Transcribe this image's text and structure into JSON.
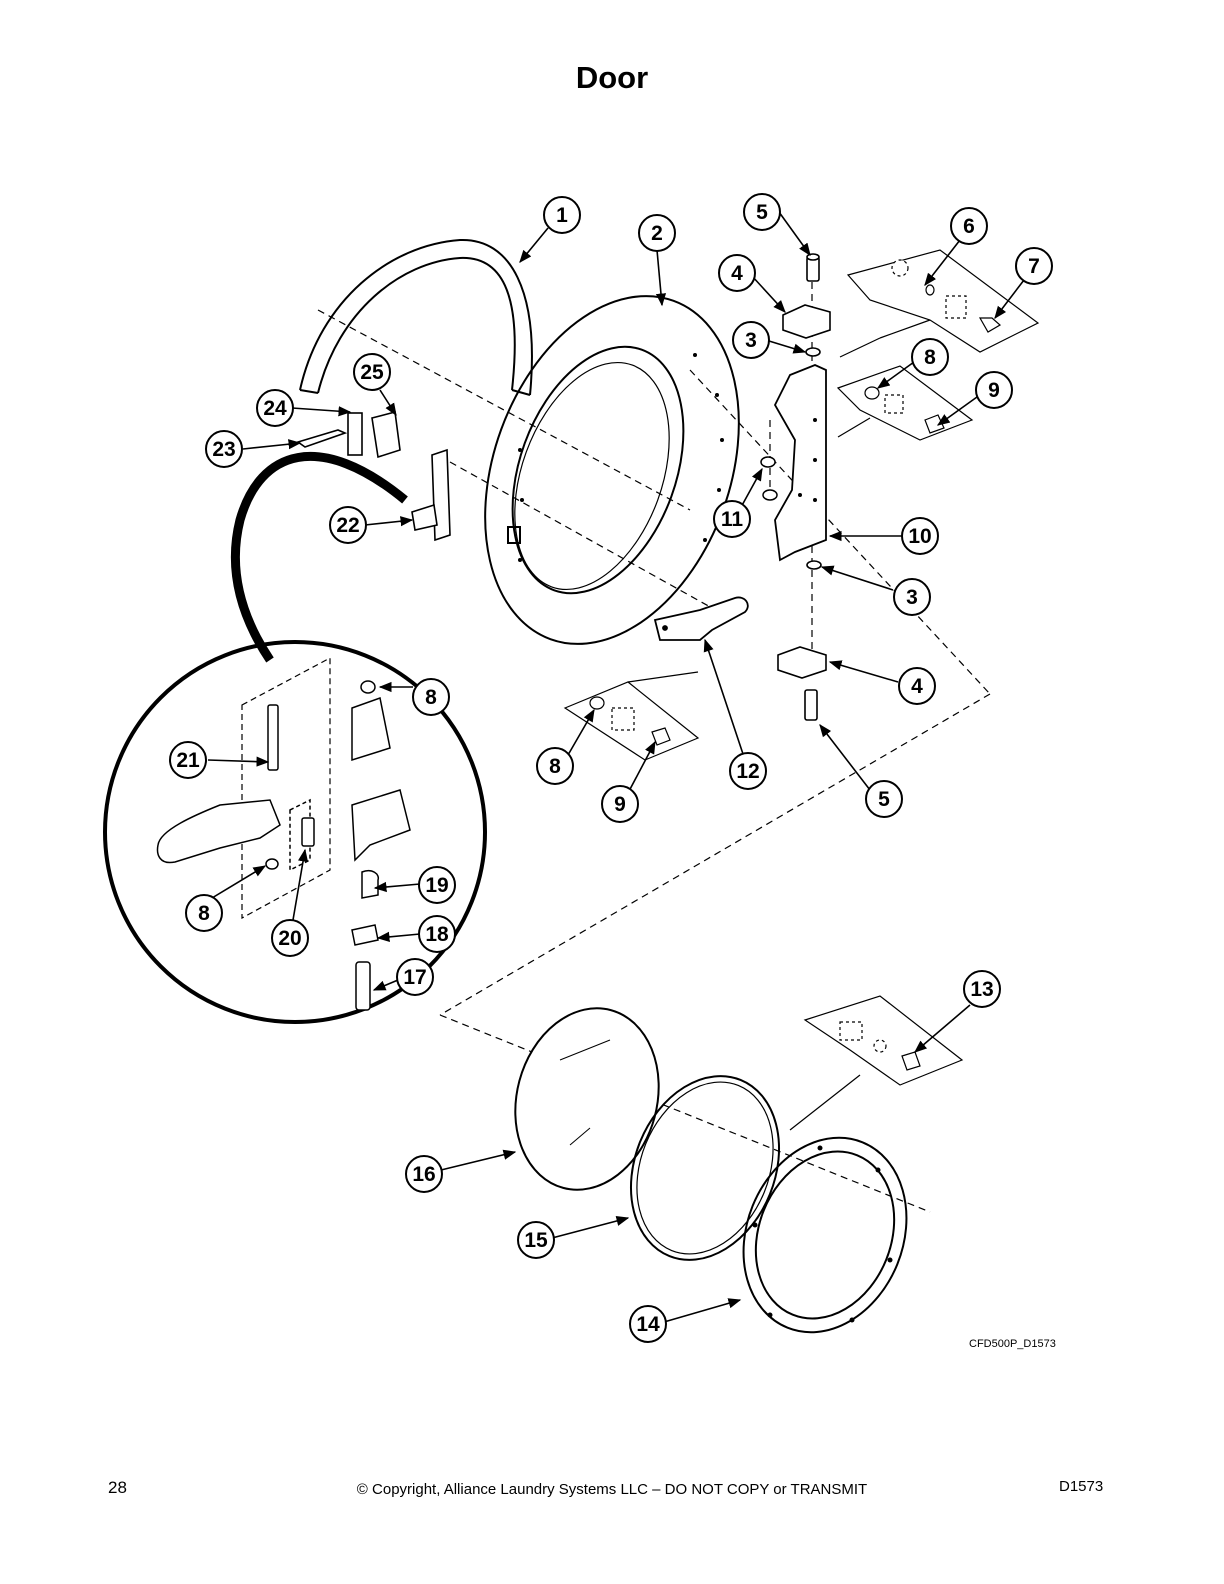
{
  "page": {
    "title": "Door",
    "page_number": "28",
    "copyright": "© Copyright, Alliance Laundry Systems LLC – DO NOT COPY or TRANSMIT",
    "doc_id": "D1573",
    "drawing_code": "CFD500P_D1573"
  },
  "callouts": {
    "c1": "1",
    "c2": "2",
    "c3a": "3",
    "c3b": "3",
    "c4a": "4",
    "c4b": "4",
    "c5a": "5",
    "c5b": "5",
    "c6": "6",
    "c7": "7",
    "c8a": "8",
    "c8b": "8",
    "c8c": "8",
    "c8d": "8",
    "c9a": "9",
    "c9b": "9",
    "c10": "10",
    "c11": "11",
    "c12": "12",
    "c13": "13",
    "c14": "14",
    "c15": "15",
    "c16": "16",
    "c17": "17",
    "c18": "18",
    "c19": "19",
    "c20": "20",
    "c21": "21",
    "c22": "22",
    "c23": "23",
    "c24": "24",
    "c25": "25"
  },
  "colors": {
    "ink": "#000000",
    "paper": "#ffffff"
  }
}
